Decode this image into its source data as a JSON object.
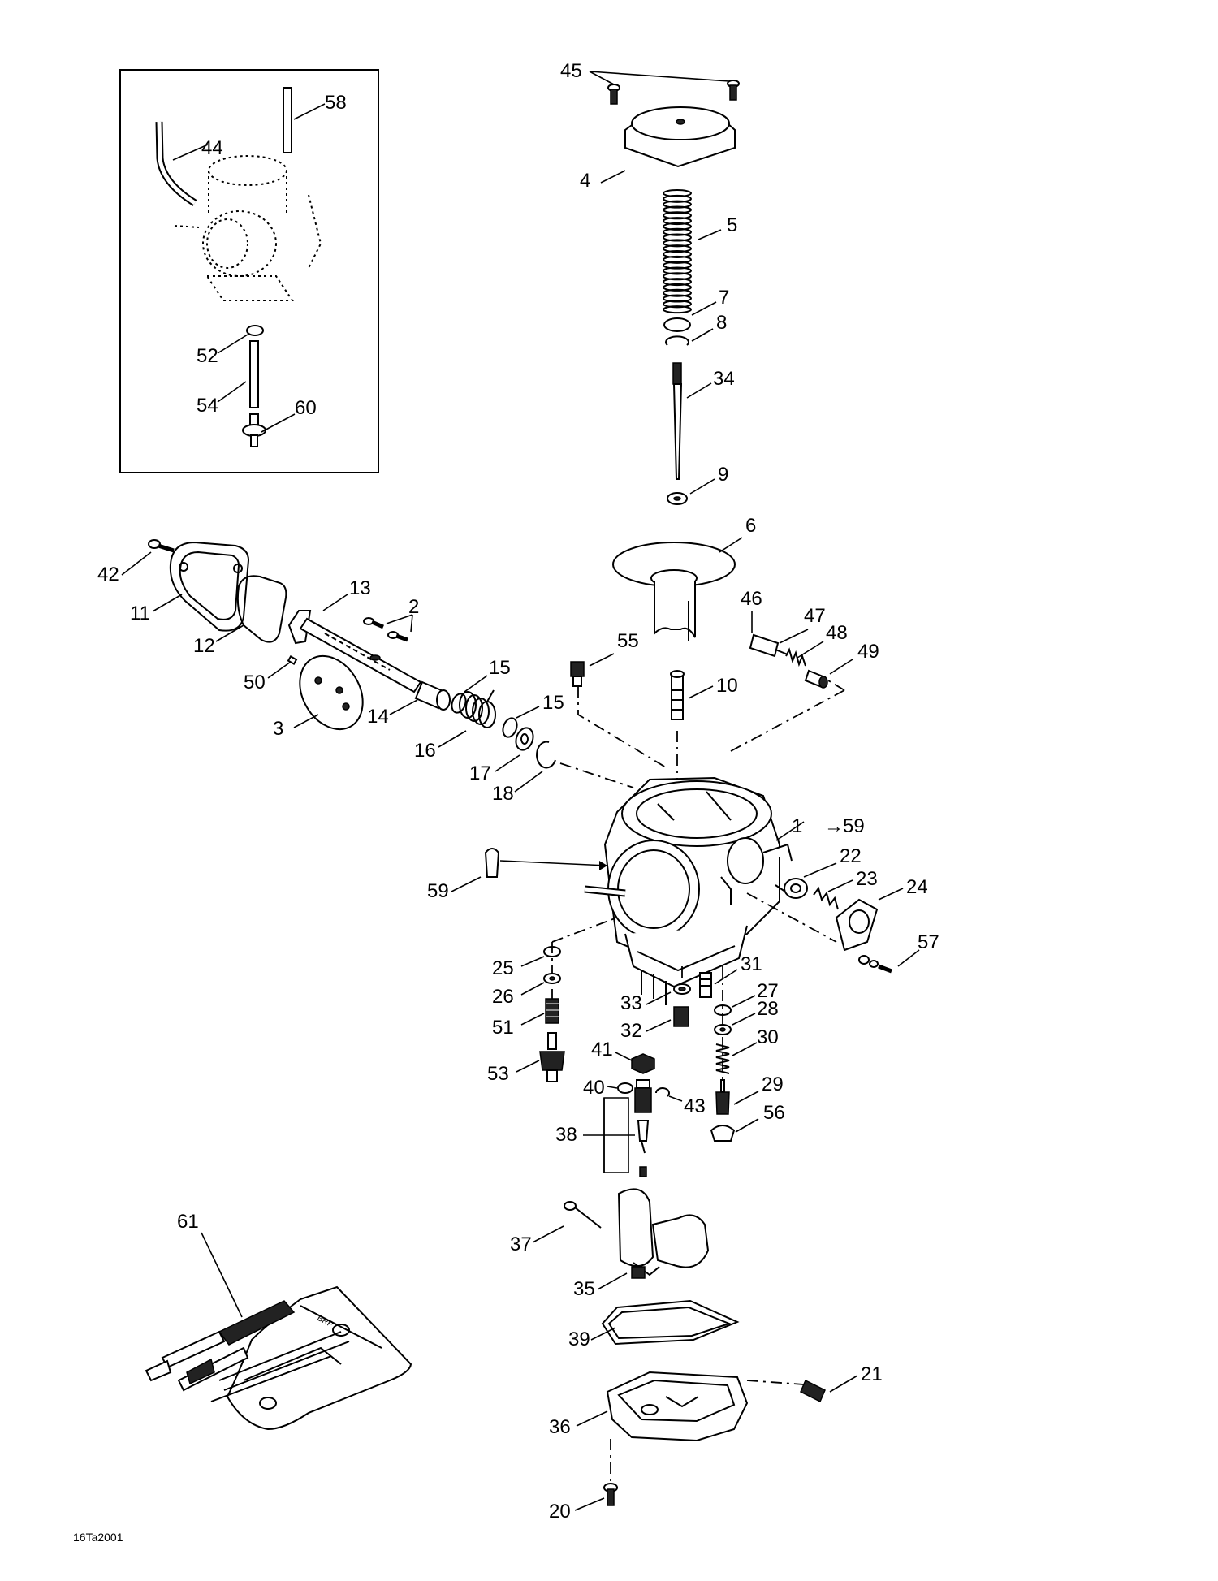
{
  "diagram": {
    "reference_code": "16Ta2001",
    "callouts": {
      "c1": "1",
      "c1_range": "59",
      "c2": "2",
      "c3": "3",
      "c4": "4",
      "c5": "5",
      "c6": "6",
      "c7": "7",
      "c8": "8",
      "c9": "9",
      "c10": "10",
      "c11": "11",
      "c12": "12",
      "c13": "13",
      "c14": "14",
      "c15a": "15",
      "c15b": "15",
      "c16": "16",
      "c17": "17",
      "c18": "18",
      "c20": "20",
      "c21": "21",
      "c22": "22",
      "c23": "23",
      "c24": "24",
      "c25": "25",
      "c26": "26",
      "c27": "27",
      "c28": "28",
      "c29": "29",
      "c30": "30",
      "c31": "31",
      "c32": "32",
      "c33": "33",
      "c34": "34",
      "c35": "35",
      "c36": "36",
      "c37": "37",
      "c38": "38",
      "c39": "39",
      "c40": "40",
      "c41": "41",
      "c42": "42",
      "c43": "43",
      "c44": "44",
      "c45": "45",
      "c46": "46",
      "c47": "47",
      "c48": "48",
      "c49": "49",
      "c50": "50",
      "c51": "51",
      "c52": "52",
      "c53": "53",
      "c54": "54",
      "c55": "55",
      "c56": "56",
      "c57": "57",
      "c58": "58",
      "c59": "59",
      "c60": "60",
      "c61": "61"
    }
  }
}
